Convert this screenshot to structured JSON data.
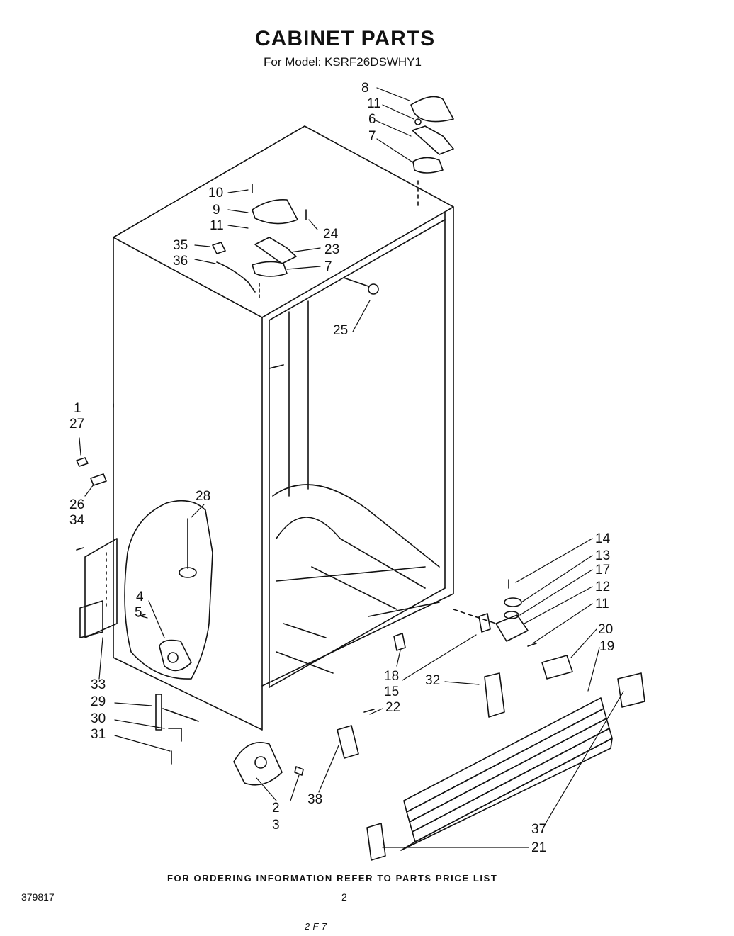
{
  "header": {
    "title": "CABINET PARTS",
    "model_line": "For Model: KSRF26DSWHY1"
  },
  "footer": {
    "ordering_note": "FOR ORDERING INFORMATION REFER TO PARTS PRICE LIST",
    "doc_number": "379817",
    "page_number": "2",
    "handwritten_code": "2-F-7"
  },
  "callouts": [
    {
      "id": "c8",
      "text": "8"
    },
    {
      "id": "c11a",
      "text": "11"
    },
    {
      "id": "c6",
      "text": "6"
    },
    {
      "id": "c7a",
      "text": "7"
    },
    {
      "id": "c10",
      "text": "10"
    },
    {
      "id": "c9",
      "text": "9"
    },
    {
      "id": "c11b",
      "text": "11"
    },
    {
      "id": "c24",
      "text": "24"
    },
    {
      "id": "c35",
      "text": "35"
    },
    {
      "id": "c23",
      "text": "23"
    },
    {
      "id": "c36",
      "text": "36"
    },
    {
      "id": "c7b",
      "text": "7"
    },
    {
      "id": "c25",
      "text": "25"
    },
    {
      "id": "c1",
      "text": "1"
    },
    {
      "id": "c27",
      "text": "27"
    },
    {
      "id": "c26",
      "text": "26"
    },
    {
      "id": "c34",
      "text": "34"
    },
    {
      "id": "c28",
      "text": "28"
    },
    {
      "id": "c4",
      "text": "4"
    },
    {
      "id": "c5",
      "text": "5"
    },
    {
      "id": "c33",
      "text": "33"
    },
    {
      "id": "c29",
      "text": "29"
    },
    {
      "id": "c30",
      "text": "30"
    },
    {
      "id": "c31",
      "text": "31"
    },
    {
      "id": "c2",
      "text": "2"
    },
    {
      "id": "c3",
      "text": "3"
    },
    {
      "id": "c38",
      "text": "38"
    },
    {
      "id": "c22",
      "text": "22"
    },
    {
      "id": "c18",
      "text": "18"
    },
    {
      "id": "c15",
      "text": "15"
    },
    {
      "id": "c32",
      "text": "32"
    },
    {
      "id": "c14",
      "text": "14"
    },
    {
      "id": "c13",
      "text": "13"
    },
    {
      "id": "c17",
      "text": "17"
    },
    {
      "id": "c12",
      "text": "12"
    },
    {
      "id": "c11c",
      "text": "11"
    },
    {
      "id": "c20",
      "text": "20"
    },
    {
      "id": "c19",
      "text": "19"
    },
    {
      "id": "c37",
      "text": "37"
    },
    {
      "id": "c21",
      "text": "21"
    }
  ]
}
